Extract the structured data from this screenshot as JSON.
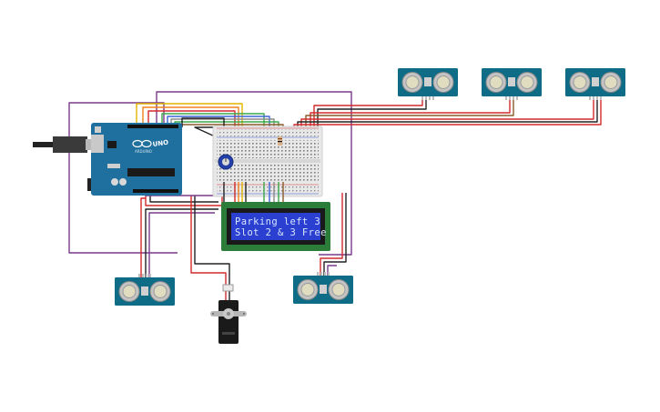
{
  "colors": {
    "background": "#ffffff",
    "arduino_board": "#1f6f9f",
    "breadboard": "#e6e6e6",
    "lcd_frame": "#2d7d3a",
    "lcd_screen": "#2b3fd1",
    "sensor_board": "#0f6c86",
    "servo_body": "#1a1a1a",
    "wire_purple": "#7a3a8c",
    "wire_red": "#d22a2a",
    "wire_black": "#222222",
    "wire_yellow": "#e3b300",
    "wire_orange": "#f0821e",
    "wire_green": "#3aa84a",
    "wire_blue": "#3b63d8",
    "wire_brown": "#8a5a2b",
    "wire_gray": "#8a8a8a"
  },
  "arduino": {
    "model_label": "UNO",
    "brand_label": "ARDUINO"
  },
  "lcd": {
    "line1": "Parking left 3",
    "line2": "Slot 2 & 3 Free"
  },
  "sensors": {
    "top_left": {
      "icon": "ultrasonic-sensor-icon"
    },
    "top_middle": {
      "icon": "ultrasonic-sensor-icon"
    },
    "top_right": {
      "icon": "ultrasonic-sensor-icon"
    },
    "bottom_left": {
      "icon": "ultrasonic-sensor-icon"
    },
    "bottom_right": {
      "icon": "ultrasonic-sensor-icon"
    }
  },
  "servo": {
    "icon": "servo-motor-icon"
  },
  "potentiometer": {
    "icon": "potentiometer-icon"
  }
}
